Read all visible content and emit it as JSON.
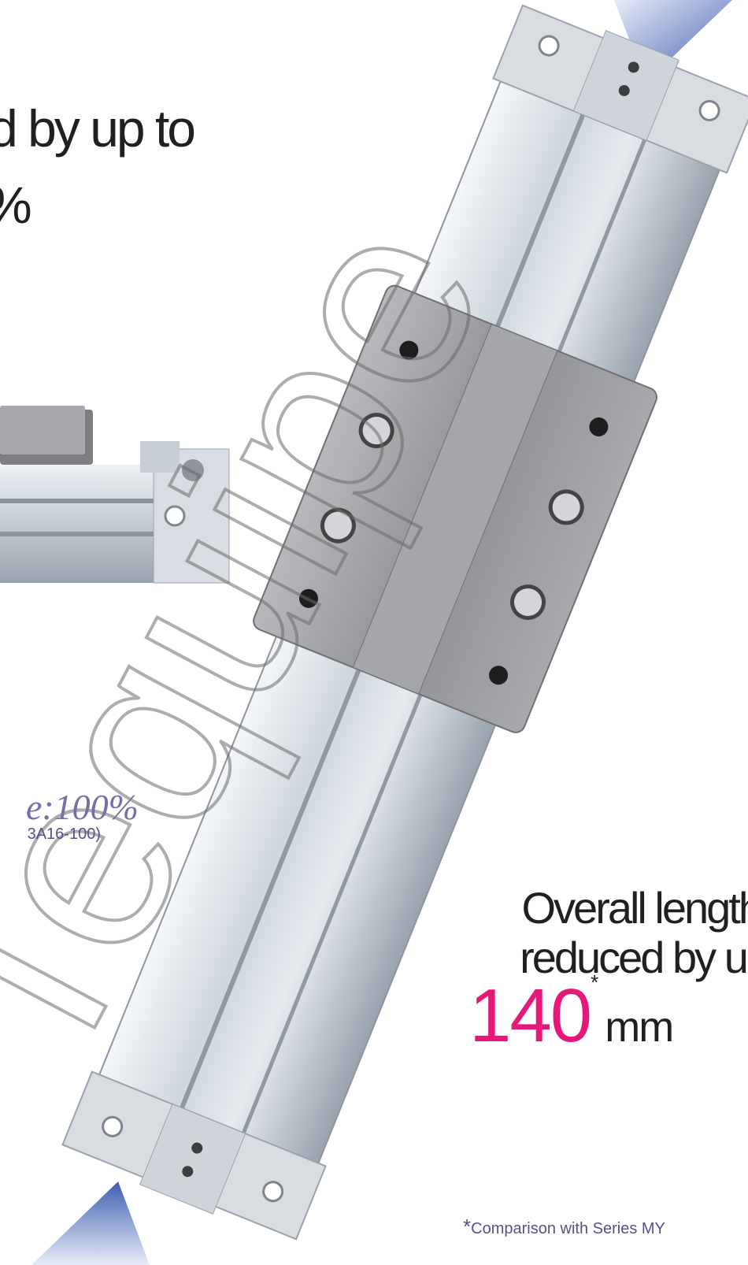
{
  "headline": {
    "line1": "d by up to",
    "line2": "%"
  },
  "comparison": {
    "ratio_text": "e:100%",
    "model_text": "3A16-100)"
  },
  "overall_length": {
    "line1": "Overall length",
    "line2": "reduced by up",
    "value": "140",
    "asterisk": "*",
    "unit": "mm"
  },
  "footnote": {
    "marker": "*",
    "text": "Comparison with Series MY"
  },
  "watermark": {
    "text": "Tequipe",
    "color": "#6b6b6b"
  },
  "colors": {
    "accent": "#e6197a",
    "arrow": "#3f5fb0",
    "aluminum": "#c9d0d8",
    "plate": "#9e9fa3"
  },
  "icons": [
    "arrow-top-right-icon",
    "arrow-bottom-icon",
    "bolt-icon",
    "bolt-hole-icon"
  ]
}
